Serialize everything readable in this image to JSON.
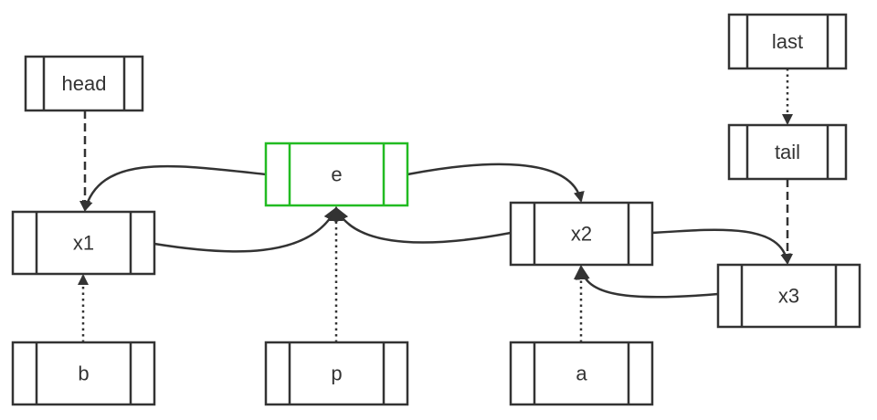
{
  "colors": {
    "stroke": "#333333",
    "highlight": "#22bb22",
    "background": "#ffffff",
    "text": "#333333"
  },
  "nodes": [
    {
      "id": "head",
      "label": "head",
      "highlight": false
    },
    {
      "id": "last",
      "label": "last",
      "highlight": false
    },
    {
      "id": "tail",
      "label": "tail",
      "highlight": false
    },
    {
      "id": "e",
      "label": "e",
      "highlight": true
    },
    {
      "id": "x1",
      "label": "x1",
      "highlight": false
    },
    {
      "id": "x2",
      "label": "x2",
      "highlight": false
    },
    {
      "id": "x3",
      "label": "x3",
      "highlight": false
    },
    {
      "id": "b",
      "label": "b",
      "highlight": false
    },
    {
      "id": "p",
      "label": "p",
      "highlight": false
    },
    {
      "id": "a",
      "label": "a",
      "highlight": false
    }
  ],
  "edges": [
    {
      "from": "head",
      "to": "x1",
      "style": "dashed"
    },
    {
      "from": "last",
      "to": "tail",
      "style": "dotted"
    },
    {
      "from": "tail",
      "to": "x3",
      "style": "dashed"
    },
    {
      "from": "e",
      "to": "x1",
      "style": "solid"
    },
    {
      "from": "e",
      "to": "x2",
      "style": "solid"
    },
    {
      "from": "x1",
      "to": "e",
      "style": "solid"
    },
    {
      "from": "x2",
      "to": "e",
      "style": "solid"
    },
    {
      "from": "x2",
      "to": "x3",
      "style": "solid"
    },
    {
      "from": "x3",
      "to": "x2",
      "style": "solid"
    },
    {
      "from": "b",
      "to": "x1",
      "style": "dotted"
    },
    {
      "from": "p",
      "to": "e",
      "style": "dotted"
    },
    {
      "from": "a",
      "to": "x2",
      "style": "dotted"
    }
  ]
}
